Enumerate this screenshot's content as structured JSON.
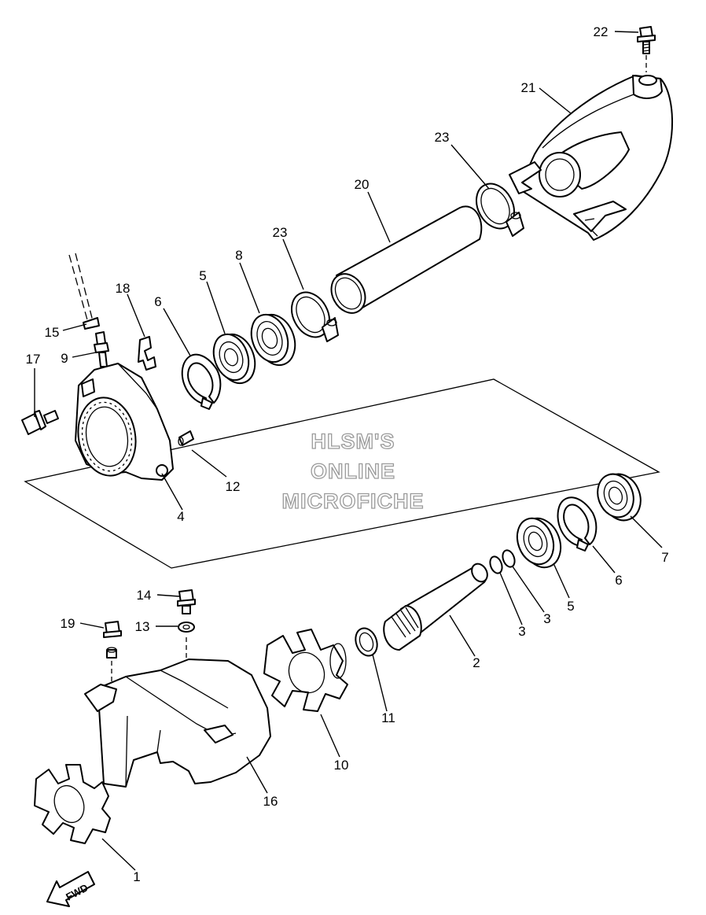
{
  "watermark": {
    "line1": "HLSM'S",
    "line2": "ONLINE",
    "line3": "MICROFICHE"
  },
  "direction_arrow": "FWD",
  "callouts": [
    {
      "id": "c22",
      "text": "22"
    },
    {
      "id": "c21",
      "text": "21"
    },
    {
      "id": "c23a",
      "text": "23"
    },
    {
      "id": "c20",
      "text": "20"
    },
    {
      "id": "c23b",
      "text": "23"
    },
    {
      "id": "c8",
      "text": "8"
    },
    {
      "id": "c5a",
      "text": "5"
    },
    {
      "id": "c18",
      "text": "18"
    },
    {
      "id": "c6a",
      "text": "6"
    },
    {
      "id": "c15",
      "text": "15"
    },
    {
      "id": "c9",
      "text": "9"
    },
    {
      "id": "c17",
      "text": "17"
    },
    {
      "id": "c12",
      "text": "12"
    },
    {
      "id": "c4",
      "text": "4"
    },
    {
      "id": "c7",
      "text": "7"
    },
    {
      "id": "c6b",
      "text": "6"
    },
    {
      "id": "c5b",
      "text": "5"
    },
    {
      "id": "c3a",
      "text": "3"
    },
    {
      "id": "c3b",
      "text": "3"
    },
    {
      "id": "c2",
      "text": "2"
    },
    {
      "id": "c14",
      "text": "14"
    },
    {
      "id": "c13",
      "text": "13"
    },
    {
      "id": "c19",
      "text": "19"
    },
    {
      "id": "c11",
      "text": "11"
    },
    {
      "id": "c10",
      "text": "10"
    },
    {
      "id": "c16",
      "text": "16"
    },
    {
      "id": "c1",
      "text": "1"
    }
  ]
}
